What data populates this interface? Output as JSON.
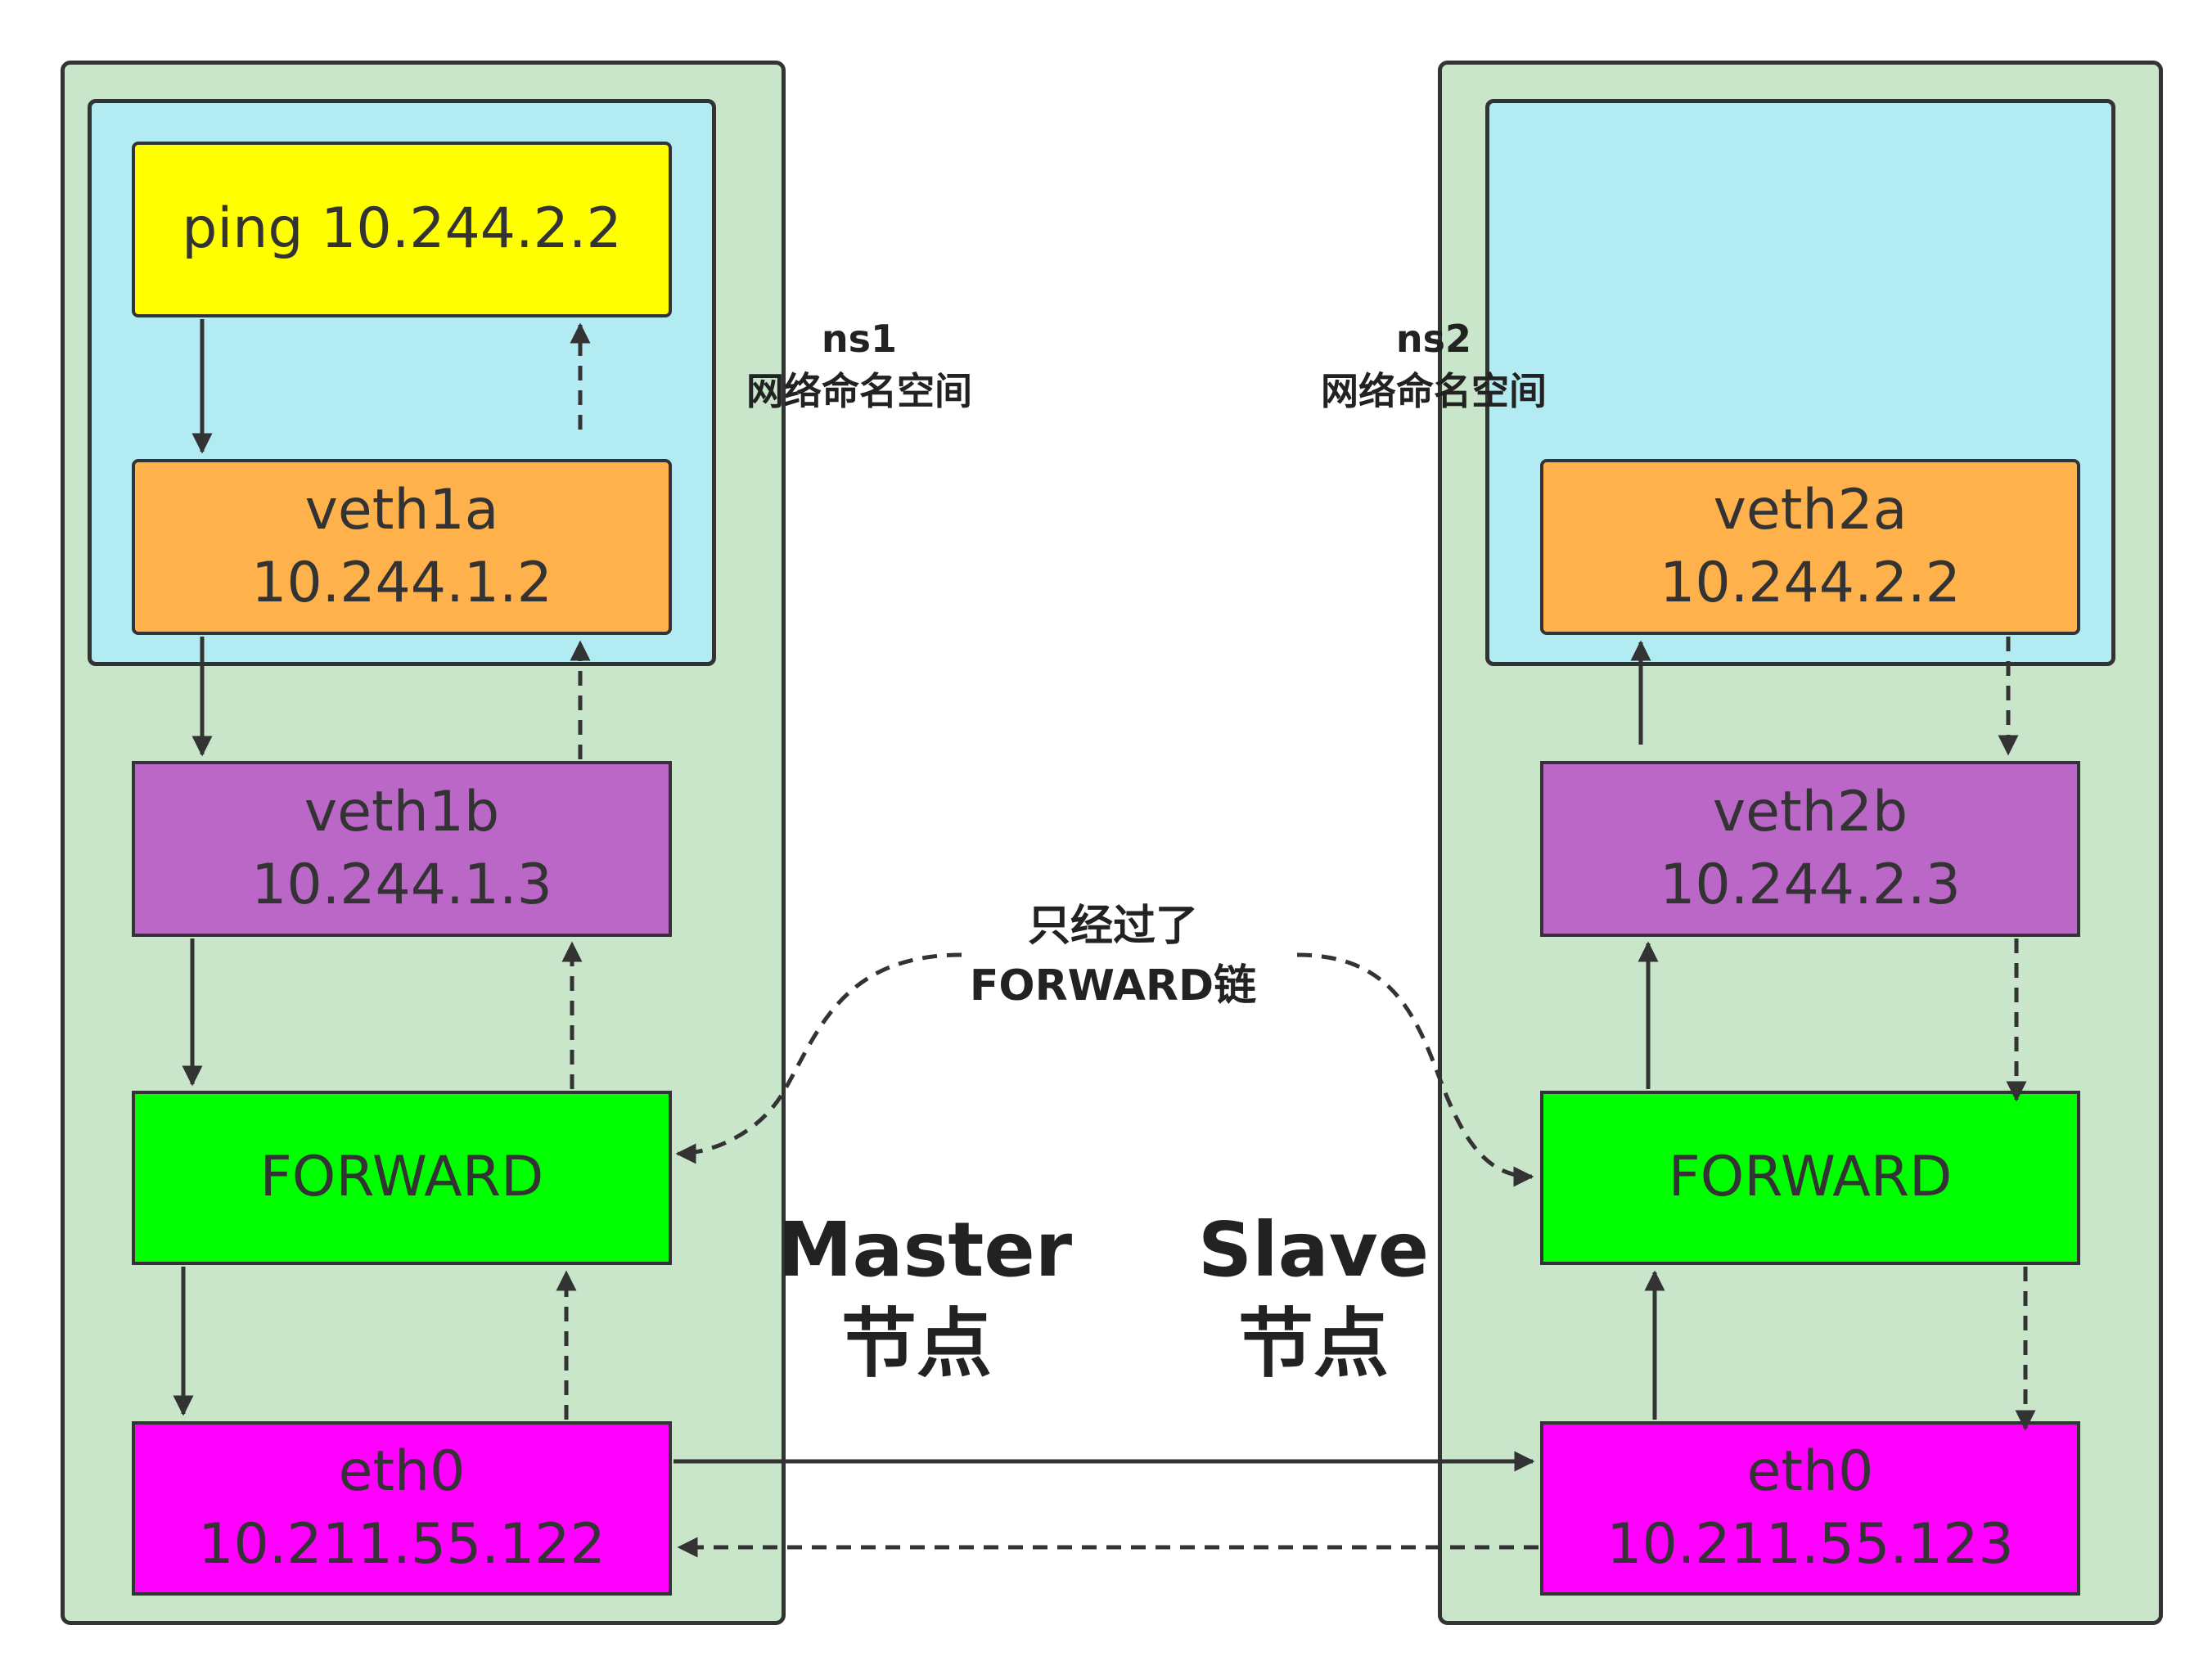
{
  "colors": {
    "host_bg": "#c9e6cb",
    "ns_bg": "#b3ebf3",
    "ping_bg": "#ffff00",
    "veth_a_bg": "#ffb24c",
    "veth_b_bg": "#ba67c7",
    "forward_bg": "#00ff00",
    "eth_bg": "#ff00ff",
    "line": "#333333"
  },
  "master": {
    "ns_label_line1": "ns1",
    "ns_label_line2": "网络命名空间",
    "ping": "ping 10.244.2.2",
    "veth_a_name": "veth1a",
    "veth_a_ip": "10.244.1.2",
    "veth_b_name": "veth1b",
    "veth_b_ip": "10.244.1.3",
    "forward": "FORWARD",
    "eth_name": "eth0",
    "eth_ip": "10.211.55.122",
    "node_label_line1": "Master",
    "node_label_line2": "节点"
  },
  "slave": {
    "ns_label_line1": "ns2",
    "ns_label_line2": "网络命名空间",
    "veth_a_name": "veth2a",
    "veth_a_ip": "10.244.2.2",
    "veth_b_name": "veth2b",
    "veth_b_ip": "10.244.2.3",
    "forward": "FORWARD",
    "eth_name": "eth0",
    "eth_ip": "10.211.55.123",
    "node_label_line1": "Slave",
    "node_label_line2": "节点"
  },
  "annotation": {
    "line1": "只经过了",
    "line2": "FORWARD链"
  }
}
